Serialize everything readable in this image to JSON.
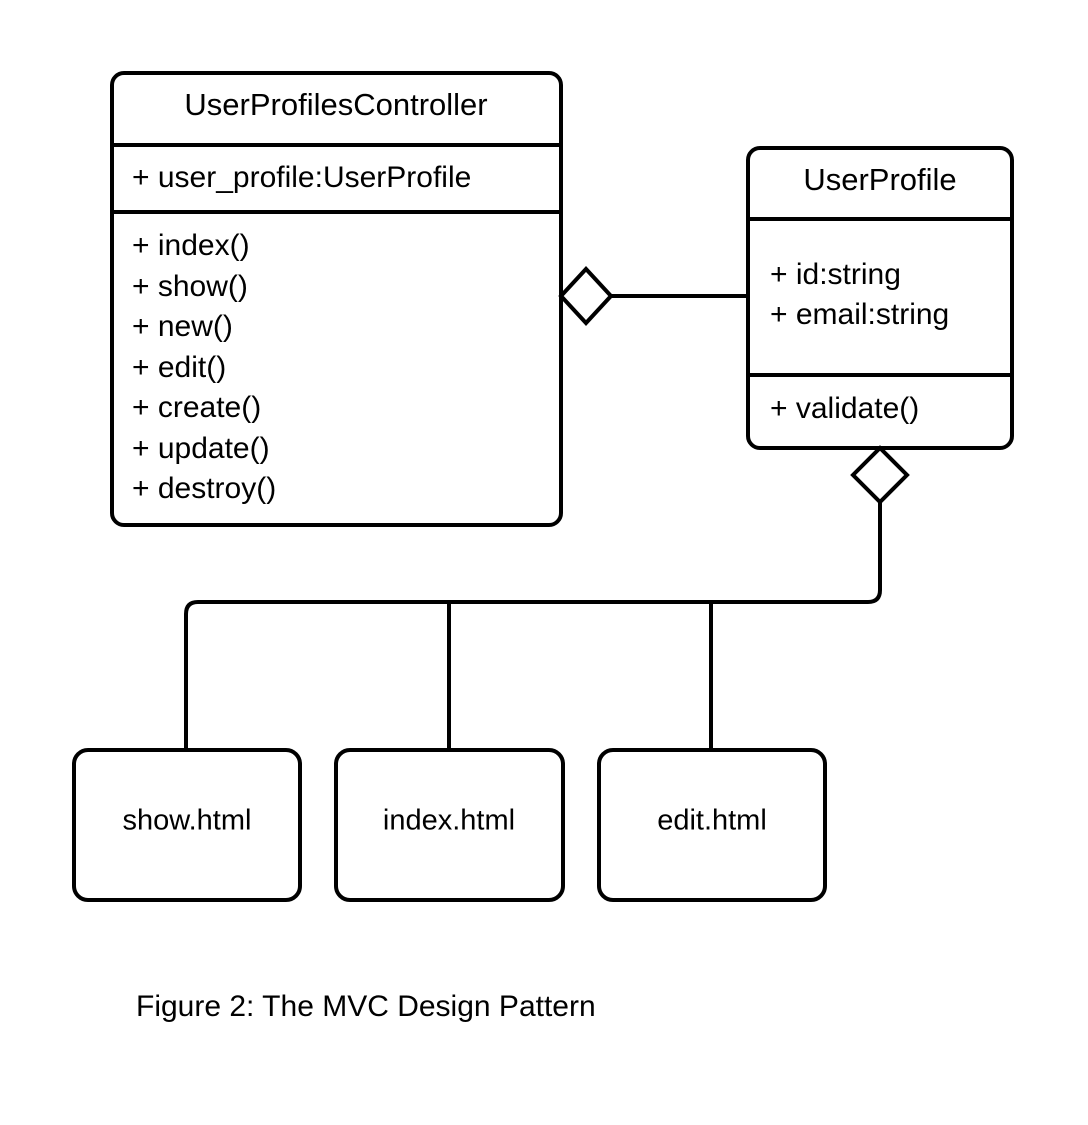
{
  "figure": {
    "caption": "Figure 2: The MVC Design Pattern"
  },
  "classes": {
    "controller": {
      "name": "UserProfilesController",
      "attributes": [
        "+ user_profile:UserProfile"
      ],
      "methods": [
        "+ index()",
        "+ show()",
        "+ new()",
        "+ edit()",
        "+ create()",
        "+ update()",
        "+ destroy()"
      ]
    },
    "model": {
      "name": "UserProfile",
      "attributes": [
        "+ id:string",
        "+ email:string"
      ],
      "methods": [
        "+ validate()"
      ]
    }
  },
  "views": [
    {
      "name": "show.html"
    },
    {
      "name": "index.html"
    },
    {
      "name": "edit.html"
    }
  ],
  "relations": [
    {
      "kind": "aggregation",
      "from": "UserProfilesController",
      "to": "UserProfile"
    },
    {
      "kind": "aggregation",
      "from": "UserProfile",
      "to": "show.html"
    },
    {
      "kind": "aggregation",
      "from": "UserProfile",
      "to": "index.html"
    },
    {
      "kind": "aggregation",
      "from": "UserProfile",
      "to": "edit.html"
    }
  ],
  "colors": {
    "stroke": "#000000",
    "fill": "#ffffff",
    "background": "#ffffff"
  }
}
